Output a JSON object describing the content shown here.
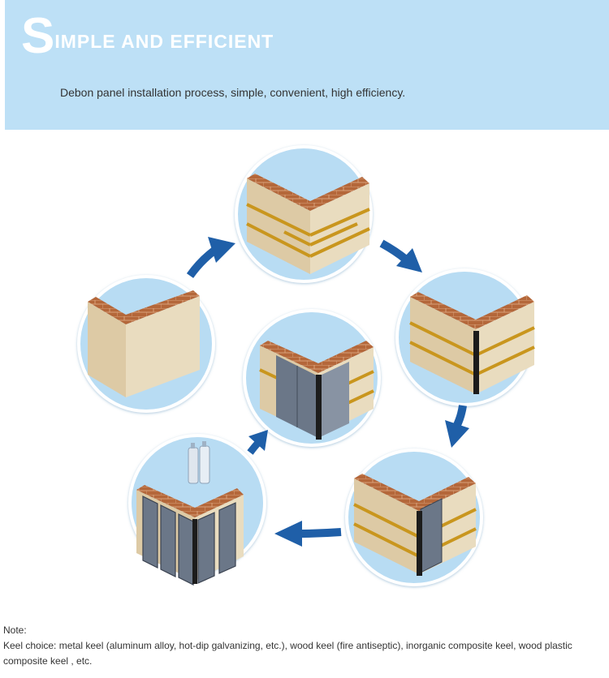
{
  "header": {
    "title_initial": "S",
    "title_rest": "IMPLE  AND EFFICIENT",
    "subtitle": "Debon panel installation process, simple, convenient, high efficiency."
  },
  "diagram": {
    "steps": [
      {
        "id": 1,
        "icon": "bare-wall-corner-icon"
      },
      {
        "id": 2,
        "icon": "wall-with-keels-icon"
      },
      {
        "id": 3,
        "icon": "keels-with-corner-trim-icon"
      },
      {
        "id": 4,
        "icon": "first-panel-installed-icon"
      },
      {
        "id": 5,
        "icon": "panels-with-sealant-icon"
      },
      {
        "id": 6,
        "icon": "finished-panel-wall-icon"
      }
    ],
    "colors": {
      "circle": "#b8dcf3",
      "circle_edge": "#ffffff",
      "arrow": "#1f5fa8",
      "brick": "#b4673a",
      "wall": "#e4d5b4",
      "keel": "#c9961e",
      "panel": "#6b7788"
    }
  },
  "note": {
    "label": "Note:",
    "text": "Keel choice: metal keel (aluminum alloy, hot-dip galvanizing, etc.), wood keel (fire antiseptic), inorganic composite keel, wood plastic composite  keel , etc."
  }
}
